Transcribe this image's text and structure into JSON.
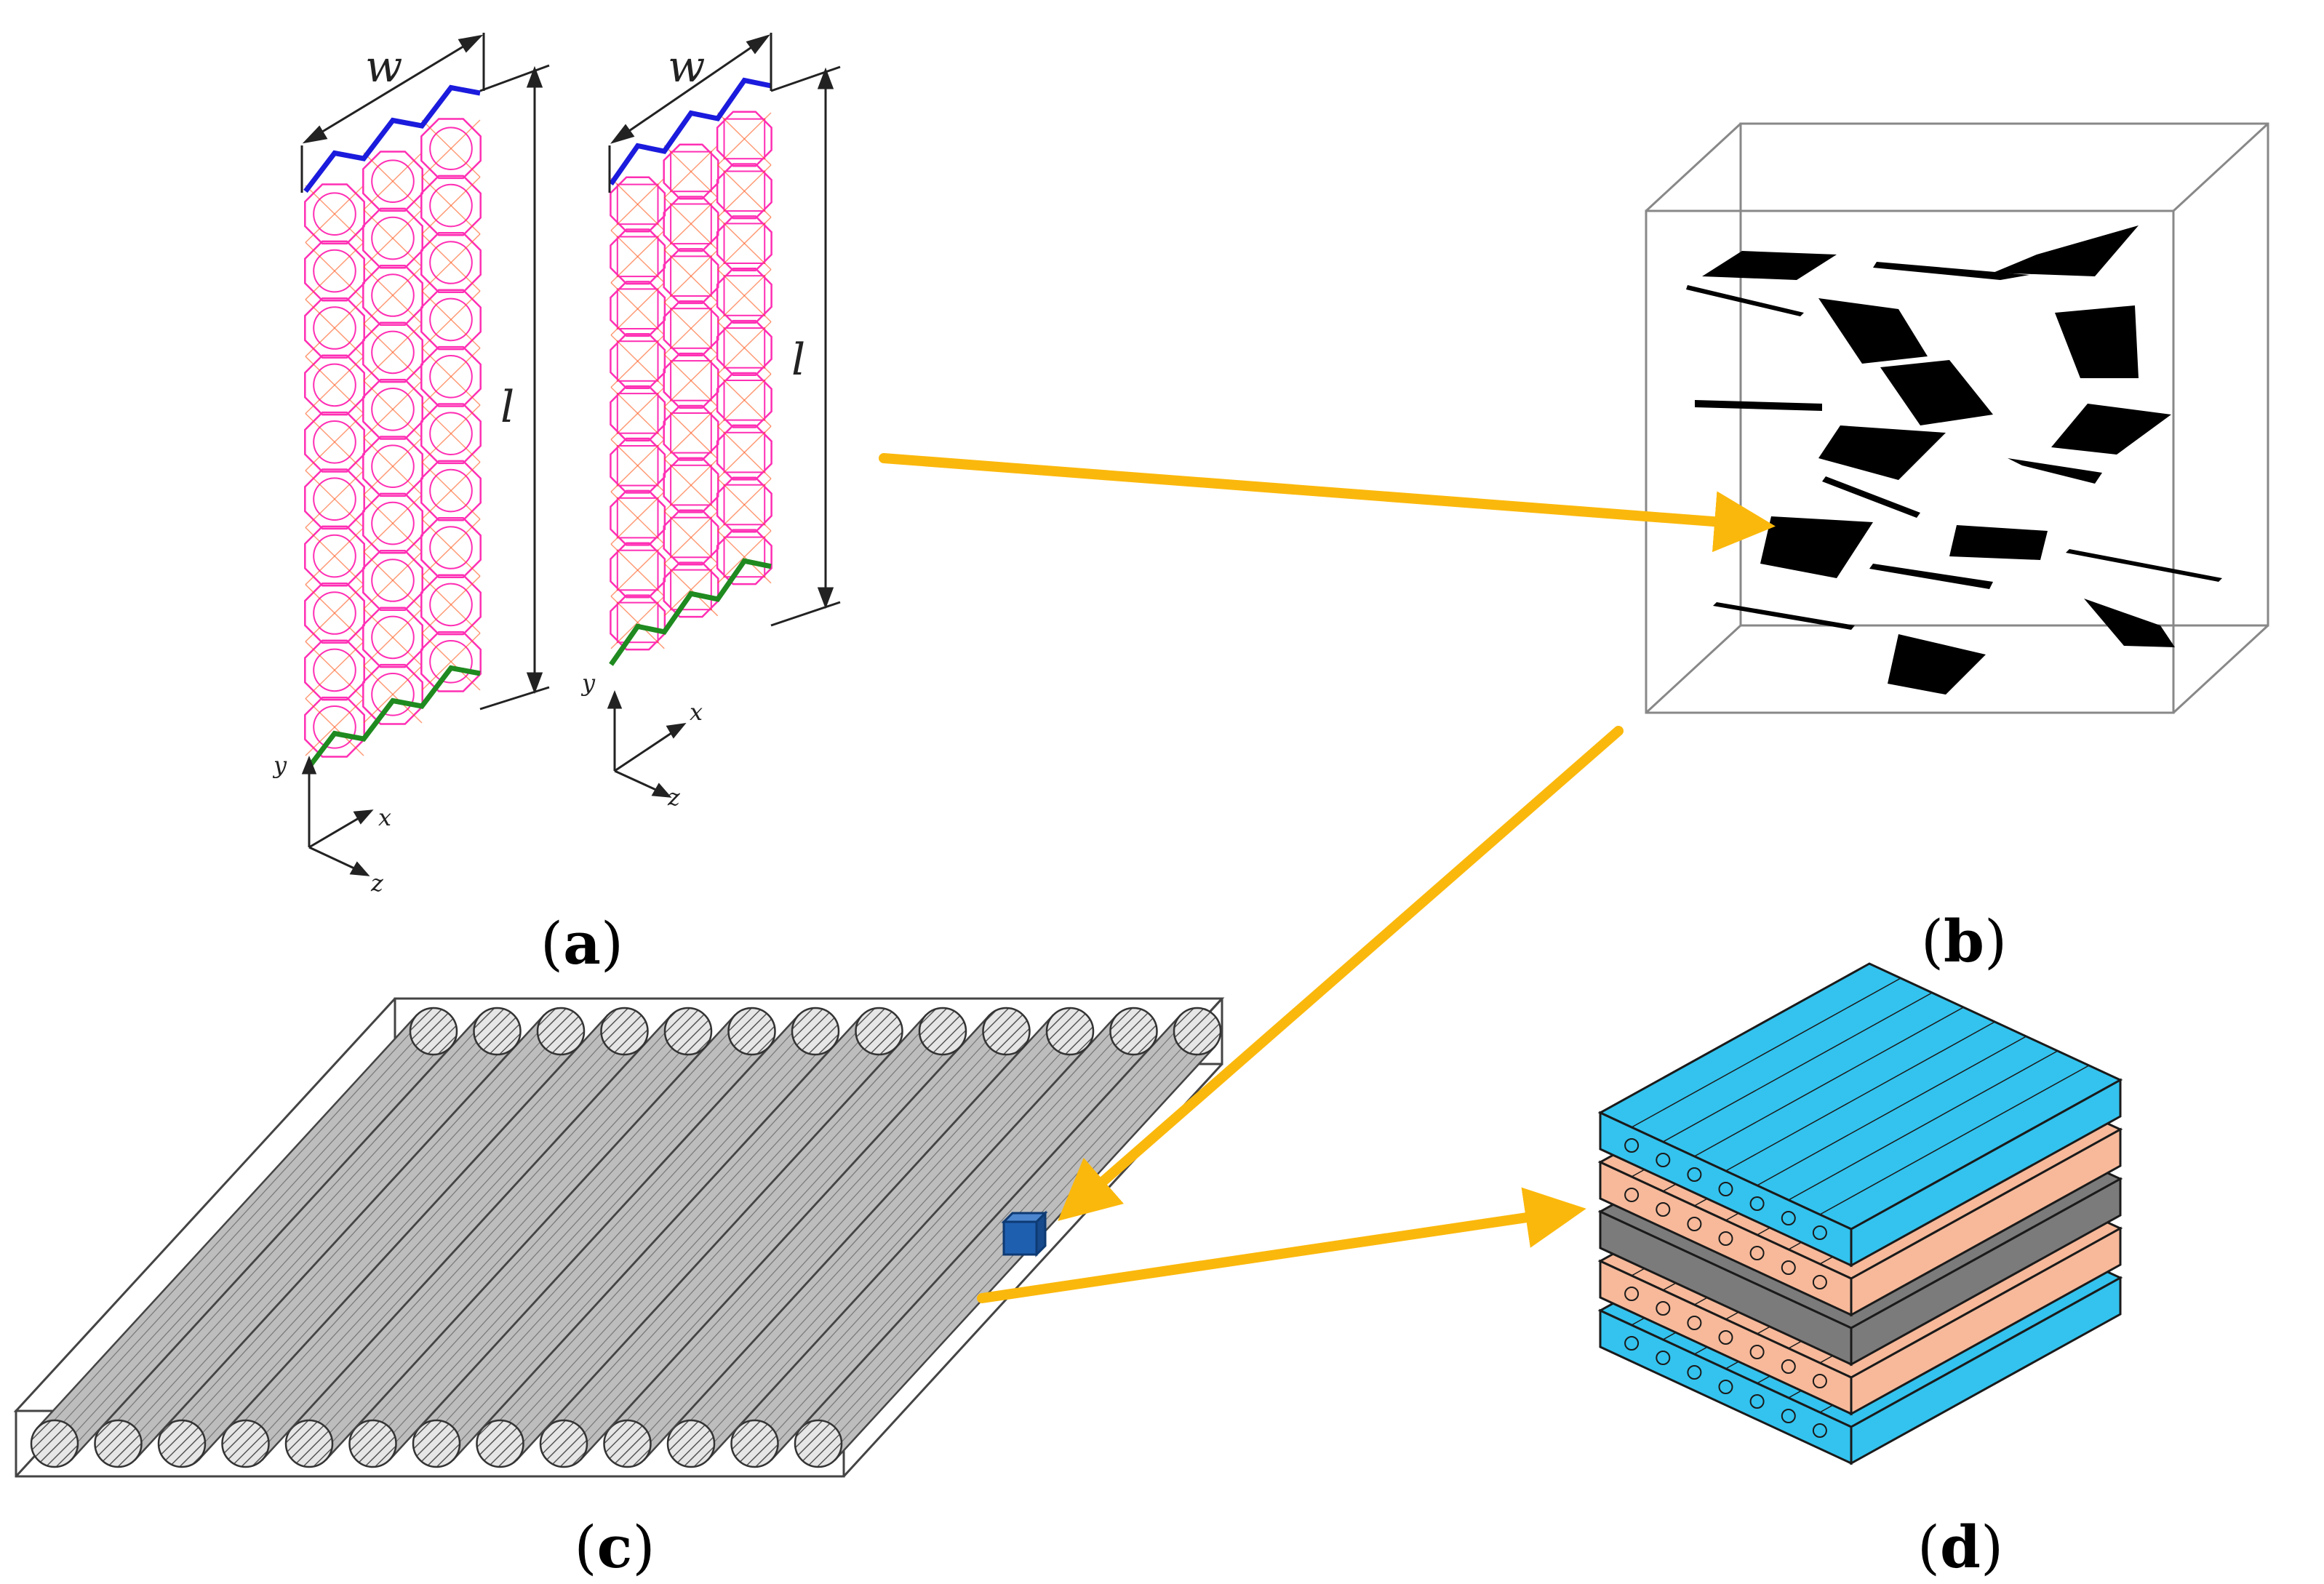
{
  "panels": {
    "a": {
      "caption_open": "(",
      "caption_letter": "a",
      "caption_close": ")",
      "dim_width": "w",
      "dim_length": "l",
      "axis_x": "x",
      "axis_y": "y",
      "axis_z": "z",
      "colors": {
        "lattice": "#ff2fb4",
        "lattice_edge": "#ff5a1e",
        "top_edge": "#1b1bdd",
        "bottom_edge": "#1f8a1f"
      }
    },
    "b": {
      "caption_open": "(",
      "caption_letter": "b",
      "caption_close": ")",
      "colors": {
        "platelet": "#000000",
        "box": "#888888"
      }
    },
    "c": {
      "caption_open": "(",
      "caption_letter": "c",
      "caption_close": ")",
      "fiber_count": 13,
      "colors": {
        "fiber": "#bdbdbd",
        "marker": "#1f5fb0"
      }
    },
    "d": {
      "caption_open": "(",
      "caption_letter": "d",
      "caption_close": ")",
      "layers": [
        "blue",
        "peach",
        "gray",
        "peach",
        "blue"
      ],
      "colors": {
        "blue": "#33c3ee",
        "peach": "#f7b99a",
        "gray": "#7b7b7b"
      }
    }
  },
  "arrows": {
    "color": "#fbb80c"
  }
}
